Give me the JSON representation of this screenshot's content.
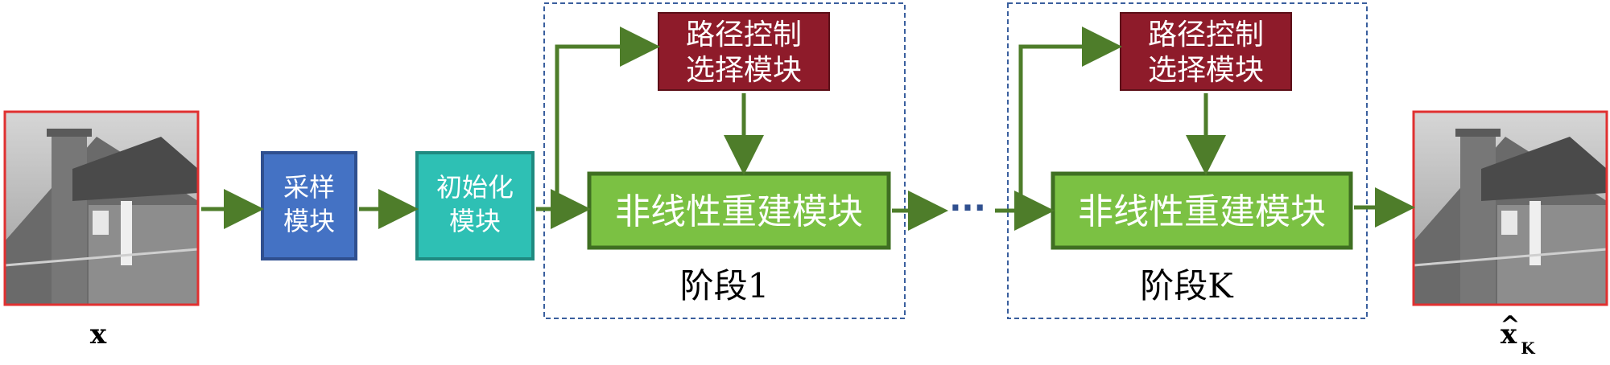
{
  "input": {
    "label": "x"
  },
  "output": {
    "label": "x",
    "hat": "^",
    "subscript": "K"
  },
  "sampling": {
    "line1": "采样",
    "line2": "模块"
  },
  "init": {
    "line1": "初始化",
    "line2": "模块"
  },
  "stage1": {
    "label": "阶段1",
    "path": {
      "line1": "路径控制",
      "line2": "选择模块"
    },
    "recon": "非线性重建模块"
  },
  "stageK": {
    "label": "阶段K",
    "path": {
      "line1": "路径控制",
      "line2": "选择模块"
    },
    "recon": "非线性重建模块"
  },
  "ellipsis": "···",
  "colors": {
    "sampling": "#4472c4",
    "init": "#2ec0b4",
    "path_control": "#8e1b2a",
    "reconstruction": "#7bc143",
    "arrow": "#4e7d2a",
    "stage_border": "#3a5f9e",
    "image_border": "#e03030"
  }
}
